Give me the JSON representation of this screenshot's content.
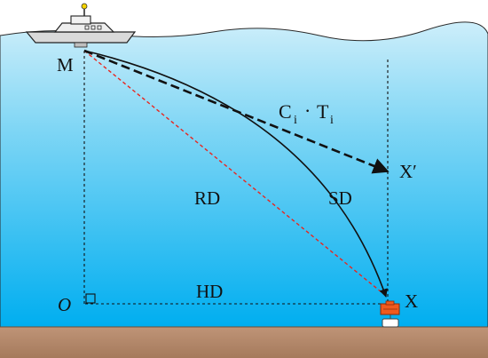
{
  "labels": {
    "transducer": "M",
    "origin": "O",
    "beacon": "X",
    "apparent_beacon": "X′",
    "ray_distance": "RD",
    "slant_distance": "SD",
    "horizontal_distance": "HD",
    "sound_speed": "C",
    "sound_speed_sub": "i",
    "dot": "·",
    "travel_time": "T",
    "travel_time_sub": "i"
  },
  "colors": {
    "water_top": "#c6ecf9",
    "water_bottom": "#00aef0",
    "seabed": "#b48a6c",
    "ray_dashed_red": "#e8261f",
    "beacon_orange": "#f05a1e"
  }
}
